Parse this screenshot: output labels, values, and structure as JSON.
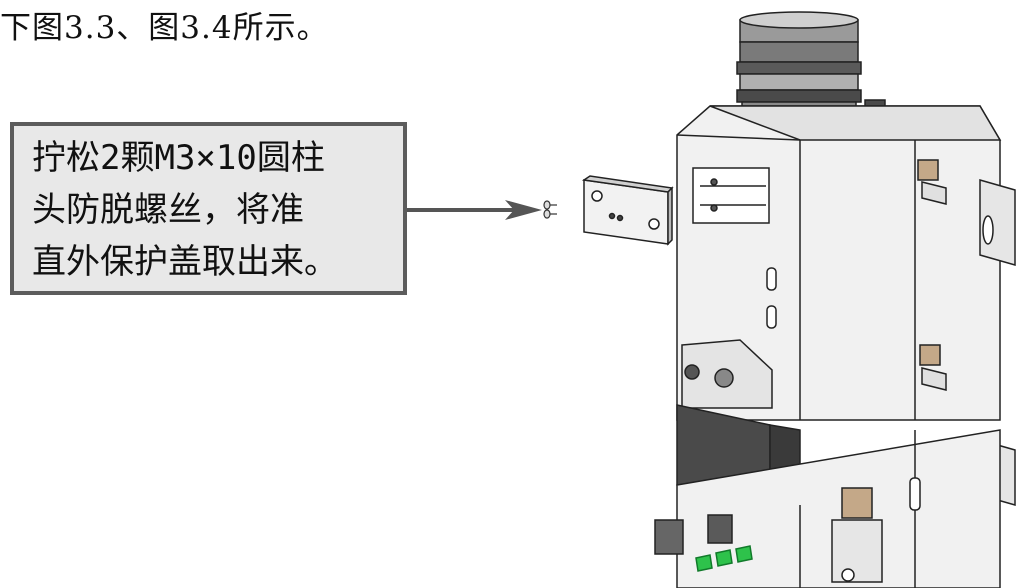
{
  "caption": "下图3.3、图3.4所示。",
  "callout": {
    "lines": [
      "拧松2颗M3×10圆柱",
      "头防脱螺丝，将准",
      "直外保护盖取出来。"
    ]
  },
  "drawing": {
    "subject": "laser cutting head assembly with collimator protective cover removed",
    "arrow_color": "#555555",
    "highlight_color": "#2ec24b"
  }
}
